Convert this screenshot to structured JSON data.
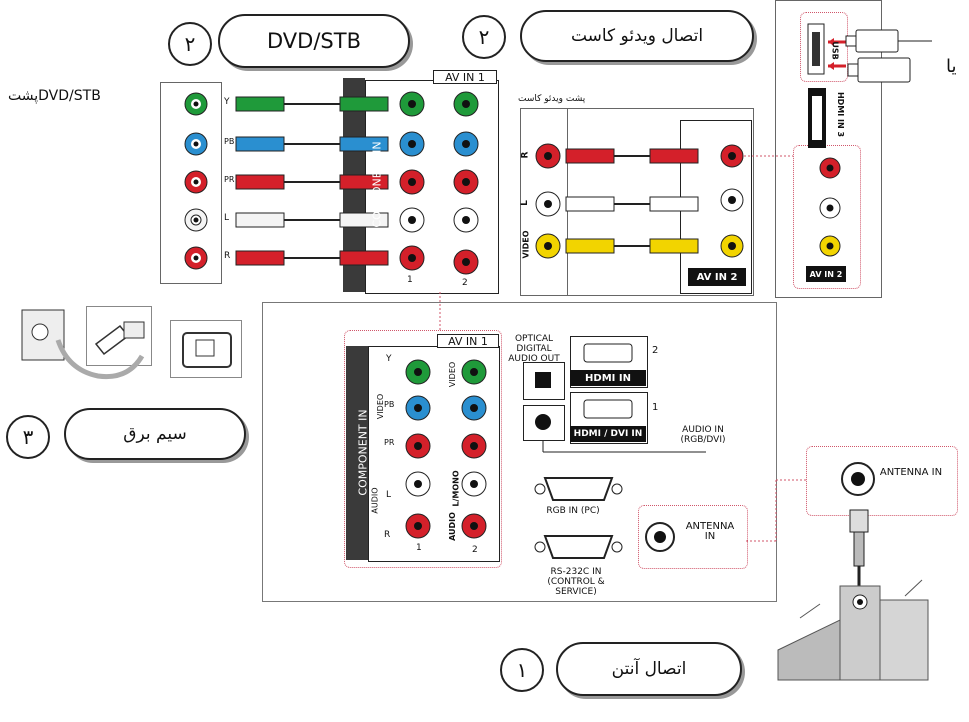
{
  "headers": {
    "dvd_stb": {
      "num": "۲",
      "label": "DVD/STB"
    },
    "video_cassette": {
      "num": "۲",
      "label": "اتصال ویدئو کاست"
    },
    "power_cord": {
      "num": "۳",
      "label": "سیم برق"
    },
    "antenna": {
      "num": "۱",
      "label": "اتصال آنتن"
    }
  },
  "dvd_back_label": "پشتDVD/STB",
  "video_back_label": "پشت ویدئو کاست",
  "or_label": "یا",
  "dvd_ports": [
    "Y",
    "PB",
    "PR",
    "L",
    "R"
  ],
  "av_in_1": "AV IN 1",
  "av_in_2": "AV IN 2",
  "component_in": "COMPONENT IN",
  "video": "VIDEO",
  "audio": "AUDIO",
  "l_mono": "L/MONO",
  "audio_r": "AUDIO",
  "label_y": "Y",
  "label_pb": "PB",
  "label_pr": "PR",
  "label_l": "L",
  "label_r": "R",
  "num_1": "1",
  "num_2": "2",
  "vcr_ports": [
    "R",
    "L",
    "VIDEO"
  ],
  "usb": "USB",
  "hdmi_in_3": "HDMI IN 3",
  "optical": "OPTICAL DIGITAL AUDIO OUT",
  "hdmi_in": "HDMI IN",
  "hdmi_dvi_in": "HDMI / DVI IN",
  "hdmi_num_2": "2",
  "hdmi_num_1": "1",
  "audio_in_rgb": "AUDIO IN (RGB/DVI)",
  "rgb_in_pc": "RGB IN (PC)",
  "rs232c": "RS-232C IN (CONTROL & SERVICE)",
  "antenna_in": "ANTENNA IN",
  "colors": {
    "green": "#1f9a3a",
    "blue": "#2a8fd0",
    "red": "#d4202a",
    "yellow": "#f2d400",
    "white": "#f4f4f4",
    "dotted": "#d0566a"
  }
}
